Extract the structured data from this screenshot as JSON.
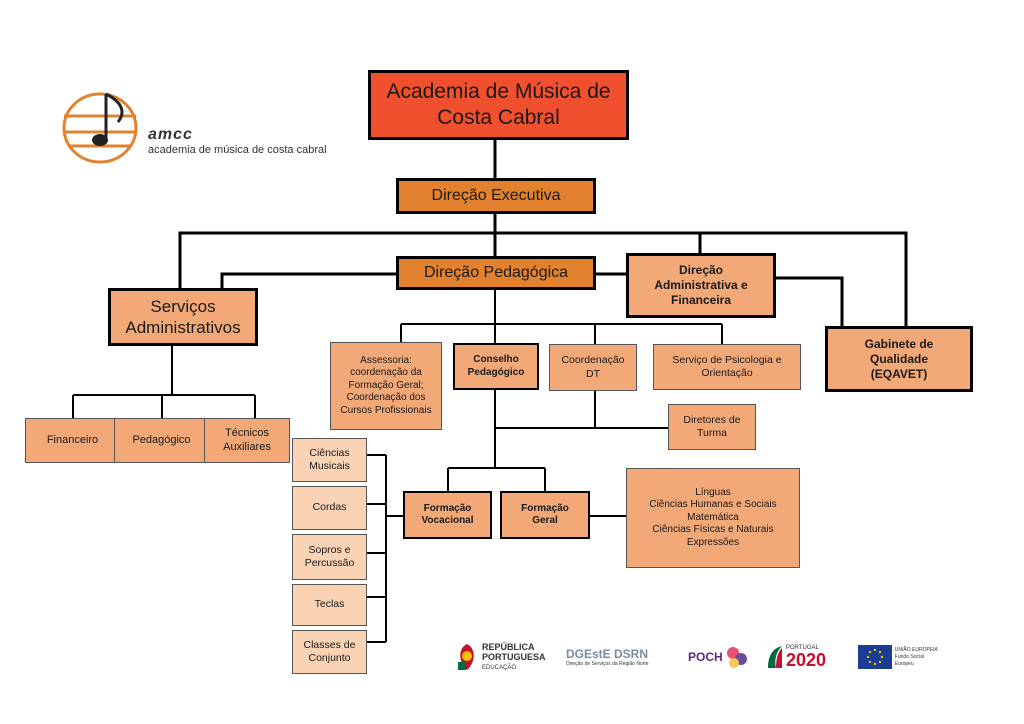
{
  "logo": {
    "acronym": "amcc",
    "full_name": "academia de música de costa cabral"
  },
  "org": {
    "root": "Academia de Música de Costa Cabral",
    "exec": "Direção Executiva",
    "ped": "Direção Pedagógica",
    "adm": "Direção Administrativa e Financeira",
    "serv": "Serviços Administrativos",
    "gab": "Gabinete de Qualidade (EQAVET)",
    "fin": "Financeiro",
    "pedg": "Pedagógico",
    "tec": "Técnicos Auxiliares",
    "ass": "Assessoria: coordenação da Formação Geral; Coordenação dos Cursos Profissionais",
    "cons": "Conselho Pedagógico",
    "coord": "Coordenação DT",
    "psi": "Serviço de Psicologia e Orientação",
    "dirt": "Diretores de Turma",
    "fvoc": "Formação Vocacional",
    "fger": "Formação Geral",
    "cmus": "Ciências Musicais",
    "cord": "Cordas",
    "sop": "Sopros e Percussão",
    "tecl": "Teclas",
    "cls": "Classes de Conjunto",
    "disc": [
      "Línguas",
      "Ciências Humanas e Sociais",
      "Matemática",
      "Ciências Físicas e Naturais",
      "Expressões"
    ]
  },
  "footer": {
    "republica": "REPÚBLICA PORTUGUESA",
    "educacao": "EDUCAÇÃO",
    "dgeste": "DGEstE DSRN",
    "dgeste_sub": "Direção de Serviços da Região Norte",
    "poch": "POCH",
    "portugal": "PORTUGAL",
    "p2020": "2020",
    "ue": "UNIÃO EUROPEIA",
    "ue_sub": "Fundo Social Europeu"
  }
}
